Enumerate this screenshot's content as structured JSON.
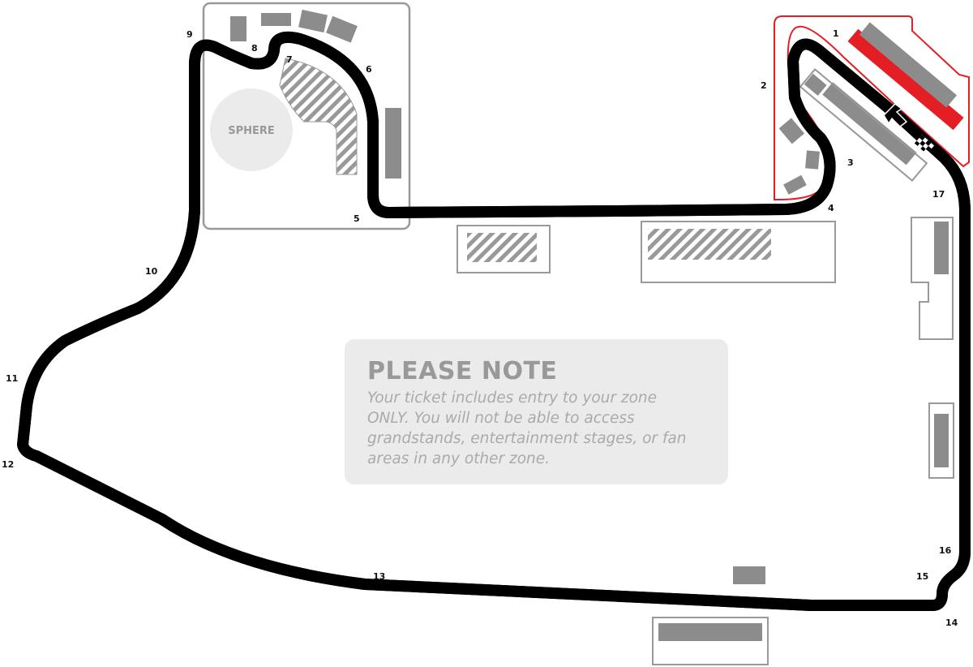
{
  "map": {
    "landmark_label": "SPHERE",
    "turns": [
      "1",
      "2",
      "3",
      "4",
      "5",
      "6",
      "7",
      "8",
      "9",
      "10",
      "11",
      "12",
      "13",
      "14",
      "15",
      "16",
      "17"
    ],
    "colors": {
      "track": "#000000",
      "highlight_zone": "#e31e24",
      "stand": "#8c8c8c",
      "zone_outline": "#999999",
      "sphere": "#ebebeb"
    }
  },
  "note": {
    "title": "PLEASE NOTE",
    "body": "Your ticket includes entry to your zone ONLY. You will not be able to access grandstands, entertainment stages, or fan areas in any other zone."
  }
}
